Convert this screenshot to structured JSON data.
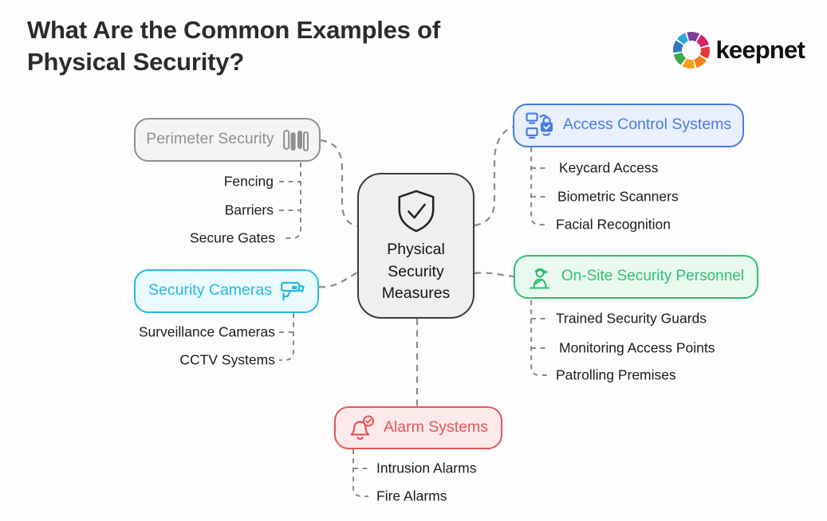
{
  "header": {
    "title_lines": [
      "What Are the Common Examples of",
      "Physical Security?"
    ],
    "logo_text": "keepnet"
  },
  "center": {
    "icon": "shield-check-icon",
    "lines": [
      "Physical",
      "Security",
      "Measures"
    ]
  },
  "branches": [
    {
      "label": "Perimeter Security",
      "icon": "fence-icon",
      "accent": "#8f8f8f",
      "bg": "#f4f4f4",
      "items": [
        "Fencing",
        "Barriers",
        "Secure Gates"
      ]
    },
    {
      "label": "Security Cameras",
      "icon": "cctv-camera-icon",
      "accent": "#29b7e2",
      "bg": "#eafafd",
      "items": [
        "Surveillance Cameras",
        "CCTV Systems"
      ]
    },
    {
      "label": "Access Control Systems",
      "icon": "devices-lock-icon",
      "accent": "#4a7de0",
      "bg": "#e9effc",
      "items": [
        "Keycard Access",
        "Biometric Scanners",
        "Facial Recognition"
      ]
    },
    {
      "label": "On-Site Security Personnel",
      "icon": "guard-icon",
      "accent": "#2fbe70",
      "bg": "#e9f9f0",
      "items": [
        "Trained Security Guards",
        "Monitoring Access Points",
        "Patrolling Premises"
      ]
    },
    {
      "label": "Alarm Systems",
      "icon": "bell-check-icon",
      "accent": "#e25757",
      "bg": "#fce9e9",
      "items": [
        "Intrusion Alarms",
        "Fire Alarms"
      ]
    }
  ],
  "connector_color": "#8a8a8a"
}
